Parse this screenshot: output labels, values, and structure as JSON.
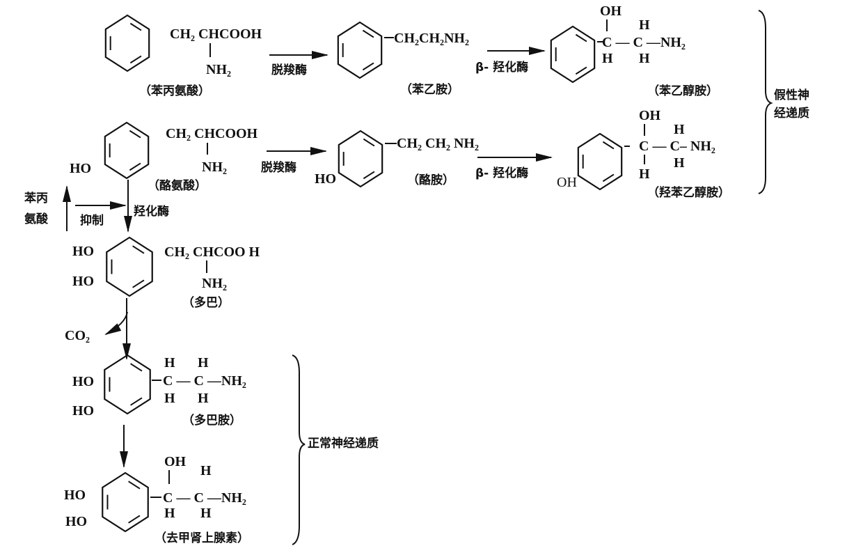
{
  "title": "Phenylalanine / tyrosine metabolism to neurotransmitters",
  "phenylalanine": {
    "side_chain": "CH₂ CHCOOH",
    "amine": "NH₂",
    "name": "（苯丙氨酸）"
  },
  "decarboxylase_1": "脱羧酶",
  "phenylethylamine": {
    "side_chain": "CH₂CH₂NH₂",
    "name": "（苯乙胺）"
  },
  "beta_hydroxylase_1": "β- 羟化酶",
  "phenylethanolamine": {
    "oh": "OH",
    "h_top": "H",
    "chain": "C — C —NH₂",
    "h_bottom_1": "H",
    "h_bottom_2": "H",
    "name": "（苯乙醇胺）"
  },
  "tyrosine": {
    "ho": "HO",
    "side_chain": "CH₂ CHCOOH",
    "amine": "NH₂",
    "name": "（酪氨酸）"
  },
  "decarboxylase_2": "脱羧酶",
  "tyramine": {
    "ho": "HO",
    "side_chain": "CH₂ CH₂ NH₂",
    "name": "（酪胺）"
  },
  "beta_hydroxylase_2": "β- 羟化酶",
  "octopamine": {
    "ring_oh": "OH",
    "oh": "OH",
    "h_top": "H",
    "chain": "C — C– NH₂",
    "h_bottom_1": "H",
    "h_bottom_2": "H",
    "name": "（羟苯乙醇胺）"
  },
  "false_neurotransmitters": [
    "假性神",
    "经递质"
  ],
  "inhibition": {
    "phenylalanine_label": [
      "苯丙",
      "氨酸"
    ],
    "inhibit": "抑制",
    "hydroxylase": "羟化酶"
  },
  "dopa": {
    "ho_1": "HO",
    "ho_2": "HO",
    "side_chain": "CH₂ CHCOO H",
    "amine": "NH₂",
    "name": "（多巴）"
  },
  "co2": "CO₂",
  "dopamine": {
    "ho_1": "HO",
    "ho_2": "HO",
    "h_top_1": "H",
    "h_top_2": "H",
    "chain": "C — C —NH₂",
    "h_bottom_1": "H",
    "h_bottom_2": "H",
    "name": "（多巴胺）"
  },
  "norepinephrine": {
    "ho_1": "HO",
    "ho_2": "HO",
    "oh": "OH",
    "h_top": "H",
    "chain": "C — C —NH₂",
    "h_bottom_1": "H",
    "h_bottom_2": "H",
    "name": "（去甲肾上腺素）"
  },
  "normal_neurotransmitters": "正常神经递质"
}
